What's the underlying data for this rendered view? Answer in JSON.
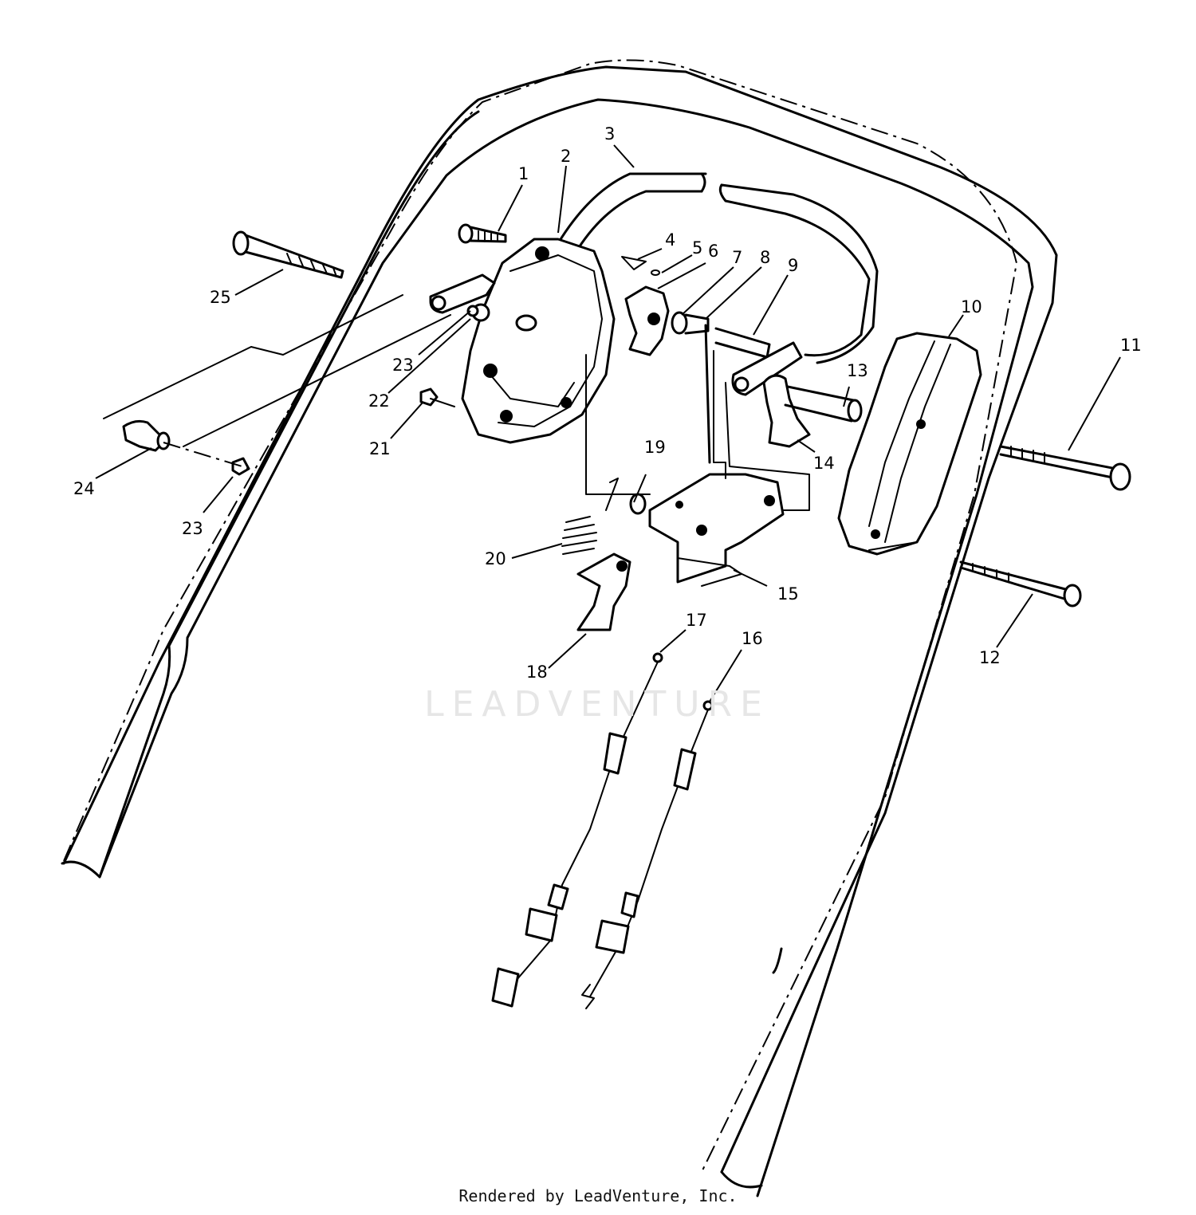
{
  "diagram": {
    "parts": [
      {
        "id": "1",
        "label": "1"
      },
      {
        "id": "2",
        "label": "2"
      },
      {
        "id": "3",
        "label": "3"
      },
      {
        "id": "4",
        "label": "4"
      },
      {
        "id": "5",
        "label": "5"
      },
      {
        "id": "6",
        "label": "6"
      },
      {
        "id": "7",
        "label": "7"
      },
      {
        "id": "8",
        "label": "8"
      },
      {
        "id": "9",
        "label": "9"
      },
      {
        "id": "10",
        "label": "10"
      },
      {
        "id": "11",
        "label": "11"
      },
      {
        "id": "12",
        "label": "12"
      },
      {
        "id": "13",
        "label": "13"
      },
      {
        "id": "14",
        "label": "14"
      },
      {
        "id": "15",
        "label": "15"
      },
      {
        "id": "16",
        "label": "16"
      },
      {
        "id": "17",
        "label": "17"
      },
      {
        "id": "18",
        "label": "18"
      },
      {
        "id": "19",
        "label": "19"
      },
      {
        "id": "20",
        "label": "20"
      },
      {
        "id": "21",
        "label": "21"
      },
      {
        "id": "22",
        "label": "22"
      },
      {
        "id": "23a",
        "label": "23"
      },
      {
        "id": "23b",
        "label": "23"
      },
      {
        "id": "24",
        "label": "24"
      },
      {
        "id": "25",
        "label": "25"
      }
    ]
  },
  "watermark": "LEADVENTURE",
  "footer": "Rendered by LeadVenture, Inc."
}
